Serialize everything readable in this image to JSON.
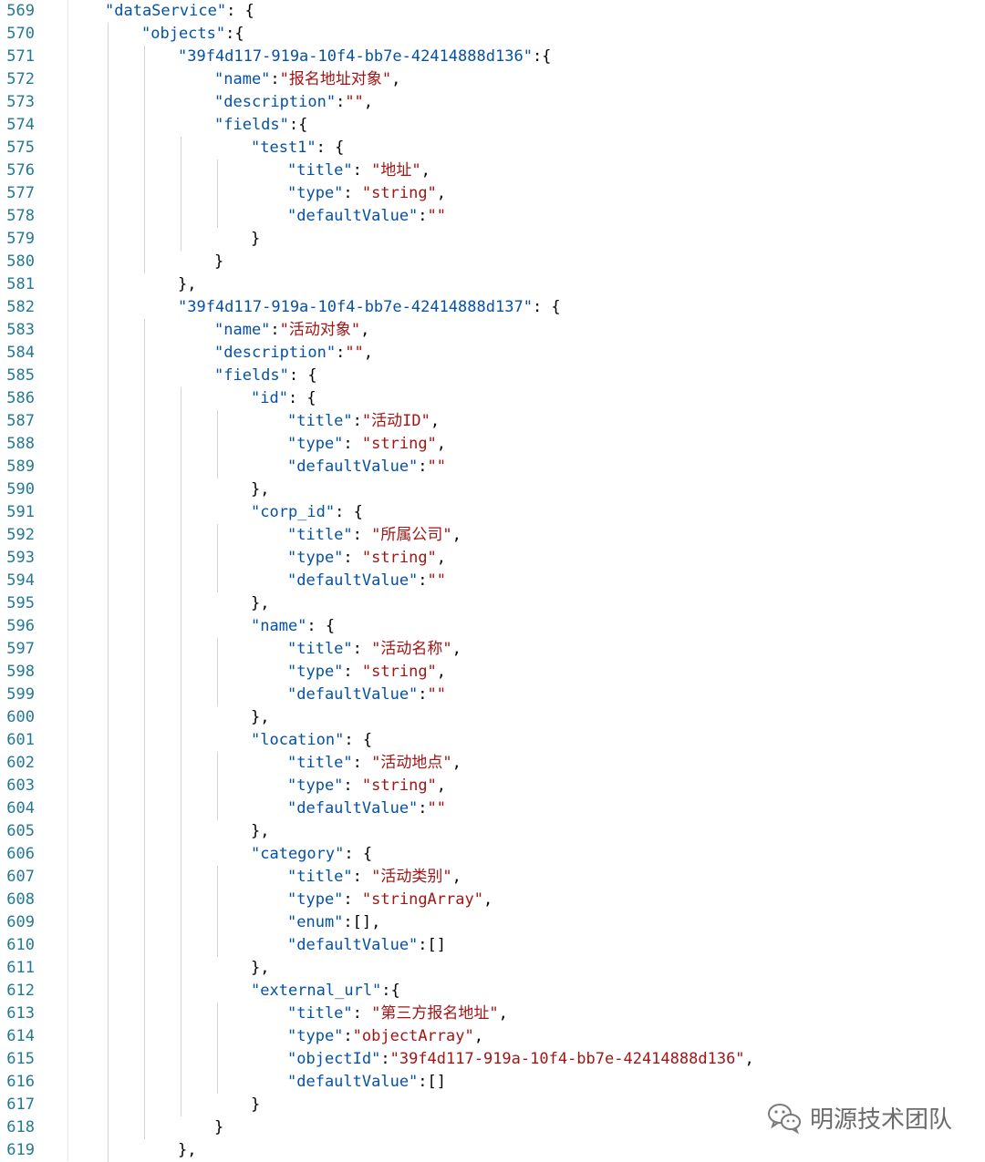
{
  "theme": {
    "key": "#0451a5",
    "string": "#a31515",
    "punct": "#000000",
    "line_number": "#237893",
    "guide": "#d3d3d3"
  },
  "lines": [
    {
      "n": "569",
      "indent": 0,
      "tokens": [
        [
          "k",
          "\"dataService\""
        ],
        [
          "p",
          ": {"
        ]
      ]
    },
    {
      "n": "570",
      "indent": 1,
      "tokens": [
        [
          "k",
          "\"objects\""
        ],
        [
          "p",
          ":{"
        ]
      ]
    },
    {
      "n": "571",
      "indent": 2,
      "tokens": [
        [
          "k",
          "\"39f4d117-919a-10f4-bb7e-42414888d136\""
        ],
        [
          "p",
          ":{"
        ]
      ]
    },
    {
      "n": "572",
      "indent": 3,
      "tokens": [
        [
          "k",
          "\"name\""
        ],
        [
          "p",
          ":"
        ],
        [
          "s",
          "\"报名地址对象\""
        ],
        [
          "p",
          ","
        ]
      ]
    },
    {
      "n": "573",
      "indent": 3,
      "tokens": [
        [
          "k",
          "\"description\""
        ],
        [
          "p",
          ":"
        ],
        [
          "s",
          "\"\""
        ],
        [
          "p",
          ","
        ]
      ]
    },
    {
      "n": "574",
      "indent": 3,
      "tokens": [
        [
          "k",
          "\"fields\""
        ],
        [
          "p",
          ":{"
        ]
      ]
    },
    {
      "n": "575",
      "indent": 4,
      "tokens": [
        [
          "k",
          "\"test1\""
        ],
        [
          "p",
          ": {"
        ]
      ]
    },
    {
      "n": "576",
      "indent": 5,
      "tokens": [
        [
          "k",
          "\"title\""
        ],
        [
          "p",
          ": "
        ],
        [
          "s",
          "\"地址\""
        ],
        [
          "p",
          ","
        ]
      ]
    },
    {
      "n": "577",
      "indent": 5,
      "tokens": [
        [
          "k",
          "\"type\""
        ],
        [
          "p",
          ": "
        ],
        [
          "s",
          "\"string\""
        ],
        [
          "p",
          ","
        ]
      ]
    },
    {
      "n": "578",
      "indent": 5,
      "tokens": [
        [
          "k",
          "\"defaultValue\""
        ],
        [
          "p",
          ":"
        ],
        [
          "s",
          "\"\""
        ]
      ]
    },
    {
      "n": "579",
      "indent": 4,
      "tokens": [
        [
          "p",
          "}"
        ]
      ]
    },
    {
      "n": "580",
      "indent": 3,
      "tokens": [
        [
          "p",
          "}"
        ]
      ]
    },
    {
      "n": "581",
      "indent": 2,
      "tokens": [
        [
          "p",
          "},"
        ]
      ]
    },
    {
      "n": "582",
      "indent": 2,
      "tokens": [
        [
          "k",
          "\"39f4d117-919a-10f4-bb7e-42414888d137\""
        ],
        [
          "p",
          ": {"
        ]
      ]
    },
    {
      "n": "583",
      "indent": 3,
      "tokens": [
        [
          "k",
          "\"name\""
        ],
        [
          "p",
          ":"
        ],
        [
          "s",
          "\"活动对象\""
        ],
        [
          "p",
          ","
        ]
      ]
    },
    {
      "n": "584",
      "indent": 3,
      "tokens": [
        [
          "k",
          "\"description\""
        ],
        [
          "p",
          ":"
        ],
        [
          "s",
          "\"\""
        ],
        [
          "p",
          ","
        ]
      ]
    },
    {
      "n": "585",
      "indent": 3,
      "tokens": [
        [
          "k",
          "\"fields\""
        ],
        [
          "p",
          ": {"
        ]
      ]
    },
    {
      "n": "586",
      "indent": 4,
      "tokens": [
        [
          "k",
          "\"id\""
        ],
        [
          "p",
          ": {"
        ]
      ]
    },
    {
      "n": "587",
      "indent": 5,
      "tokens": [
        [
          "k",
          "\"title\""
        ],
        [
          "p",
          ":"
        ],
        [
          "s",
          "\"活动ID\""
        ],
        [
          "p",
          ","
        ]
      ]
    },
    {
      "n": "588",
      "indent": 5,
      "tokens": [
        [
          "k",
          "\"type\""
        ],
        [
          "p",
          ": "
        ],
        [
          "s",
          "\"string\""
        ],
        [
          "p",
          ","
        ]
      ]
    },
    {
      "n": "589",
      "indent": 5,
      "tokens": [
        [
          "k",
          "\"defaultValue\""
        ],
        [
          "p",
          ":"
        ],
        [
          "s",
          "\"\""
        ]
      ]
    },
    {
      "n": "590",
      "indent": 4,
      "tokens": [
        [
          "p",
          "},"
        ]
      ]
    },
    {
      "n": "591",
      "indent": 4,
      "tokens": [
        [
          "k",
          "\"corp_id\""
        ],
        [
          "p",
          ": {"
        ]
      ]
    },
    {
      "n": "592",
      "indent": 5,
      "tokens": [
        [
          "k",
          "\"title\""
        ],
        [
          "p",
          ": "
        ],
        [
          "s",
          "\"所属公司\""
        ],
        [
          "p",
          ","
        ]
      ]
    },
    {
      "n": "593",
      "indent": 5,
      "tokens": [
        [
          "k",
          "\"type\""
        ],
        [
          "p",
          ": "
        ],
        [
          "s",
          "\"string\""
        ],
        [
          "p",
          ","
        ]
      ]
    },
    {
      "n": "594",
      "indent": 5,
      "tokens": [
        [
          "k",
          "\"defaultValue\""
        ],
        [
          "p",
          ":"
        ],
        [
          "s",
          "\"\""
        ]
      ]
    },
    {
      "n": "595",
      "indent": 4,
      "tokens": [
        [
          "p",
          "},"
        ]
      ]
    },
    {
      "n": "596",
      "indent": 4,
      "tokens": [
        [
          "k",
          "\"name\""
        ],
        [
          "p",
          ": {"
        ]
      ]
    },
    {
      "n": "597",
      "indent": 5,
      "tokens": [
        [
          "k",
          "\"title\""
        ],
        [
          "p",
          ": "
        ],
        [
          "s",
          "\"活动名称\""
        ],
        [
          "p",
          ","
        ]
      ]
    },
    {
      "n": "598",
      "indent": 5,
      "tokens": [
        [
          "k",
          "\"type\""
        ],
        [
          "p",
          ": "
        ],
        [
          "s",
          "\"string\""
        ],
        [
          "p",
          ","
        ]
      ]
    },
    {
      "n": "599",
      "indent": 5,
      "tokens": [
        [
          "k",
          "\"defaultValue\""
        ],
        [
          "p",
          ":"
        ],
        [
          "s",
          "\"\""
        ]
      ]
    },
    {
      "n": "600",
      "indent": 4,
      "tokens": [
        [
          "p",
          "},"
        ]
      ]
    },
    {
      "n": "601",
      "indent": 4,
      "tokens": [
        [
          "k",
          "\"location\""
        ],
        [
          "p",
          ": {"
        ]
      ]
    },
    {
      "n": "602",
      "indent": 5,
      "tokens": [
        [
          "k",
          "\"title\""
        ],
        [
          "p",
          ": "
        ],
        [
          "s",
          "\"活动地点\""
        ],
        [
          "p",
          ","
        ]
      ]
    },
    {
      "n": "603",
      "indent": 5,
      "tokens": [
        [
          "k",
          "\"type\""
        ],
        [
          "p",
          ": "
        ],
        [
          "s",
          "\"string\""
        ],
        [
          "p",
          ","
        ]
      ]
    },
    {
      "n": "604",
      "indent": 5,
      "tokens": [
        [
          "k",
          "\"defaultValue\""
        ],
        [
          "p",
          ":"
        ],
        [
          "s",
          "\"\""
        ]
      ]
    },
    {
      "n": "605",
      "indent": 4,
      "tokens": [
        [
          "p",
          "},"
        ]
      ]
    },
    {
      "n": "606",
      "indent": 4,
      "tokens": [
        [
          "k",
          "\"category\""
        ],
        [
          "p",
          ": {"
        ]
      ]
    },
    {
      "n": "607",
      "indent": 5,
      "tokens": [
        [
          "k",
          "\"title\""
        ],
        [
          "p",
          ": "
        ],
        [
          "s",
          "\"活动类别\""
        ],
        [
          "p",
          ","
        ]
      ]
    },
    {
      "n": "608",
      "indent": 5,
      "tokens": [
        [
          "k",
          "\"type\""
        ],
        [
          "p",
          ": "
        ],
        [
          "s",
          "\"stringArray\""
        ],
        [
          "p",
          ","
        ]
      ]
    },
    {
      "n": "609",
      "indent": 5,
      "tokens": [
        [
          "k",
          "\"enum\""
        ],
        [
          "p",
          ":[],"
        ]
      ]
    },
    {
      "n": "610",
      "indent": 5,
      "tokens": [
        [
          "k",
          "\"defaultValue\""
        ],
        [
          "p",
          ":[]"
        ]
      ]
    },
    {
      "n": "611",
      "indent": 4,
      "tokens": [
        [
          "p",
          "},"
        ]
      ]
    },
    {
      "n": "612",
      "indent": 4,
      "tokens": [
        [
          "k",
          "\"external_url\""
        ],
        [
          "p",
          ":{"
        ]
      ]
    },
    {
      "n": "613",
      "indent": 5,
      "tokens": [
        [
          "k",
          "\"title\""
        ],
        [
          "p",
          ": "
        ],
        [
          "s",
          "\"第三方报名地址\""
        ],
        [
          "p",
          ","
        ]
      ]
    },
    {
      "n": "614",
      "indent": 5,
      "tokens": [
        [
          "k",
          "\"type\""
        ],
        [
          "p",
          ":"
        ],
        [
          "s",
          "\"objectArray\""
        ],
        [
          "p",
          ","
        ]
      ]
    },
    {
      "n": "615",
      "indent": 5,
      "tokens": [
        [
          "k",
          "\"objectId\""
        ],
        [
          "p",
          ":"
        ],
        [
          "s",
          "\"39f4d117-919a-10f4-bb7e-42414888d136\""
        ],
        [
          "p",
          ","
        ]
      ]
    },
    {
      "n": "616",
      "indent": 5,
      "tokens": [
        [
          "k",
          "\"defaultValue\""
        ],
        [
          "p",
          ":[]"
        ]
      ]
    },
    {
      "n": "617",
      "indent": 4,
      "tokens": [
        [
          "p",
          "}"
        ]
      ]
    },
    {
      "n": "618",
      "indent": 3,
      "tokens": [
        [
          "p",
          "}"
        ]
      ]
    },
    {
      "n": "619",
      "indent": 2,
      "tokens": [
        [
          "p",
          "},"
        ]
      ]
    }
  ],
  "guides": [
    {
      "level": 1,
      "from": 1,
      "to": 50
    },
    {
      "level": 2,
      "from": 2,
      "to": 11
    },
    {
      "level": 3,
      "from": 6,
      "to": 10
    },
    {
      "level": 4,
      "from": 7,
      "to": 9
    },
    {
      "level": 2,
      "from": 14,
      "to": 49
    },
    {
      "level": 3,
      "from": 17,
      "to": 48
    },
    {
      "level": 4,
      "from": 18,
      "to": 20
    },
    {
      "level": 4,
      "from": 23,
      "to": 25
    },
    {
      "level": 4,
      "from": 28,
      "to": 30
    },
    {
      "level": 4,
      "from": 33,
      "to": 35
    },
    {
      "level": 4,
      "from": 38,
      "to": 41
    },
    {
      "level": 4,
      "from": 44,
      "to": 47
    }
  ],
  "watermark": {
    "icon": "wechat-icon",
    "text": "明源技术团队"
  }
}
